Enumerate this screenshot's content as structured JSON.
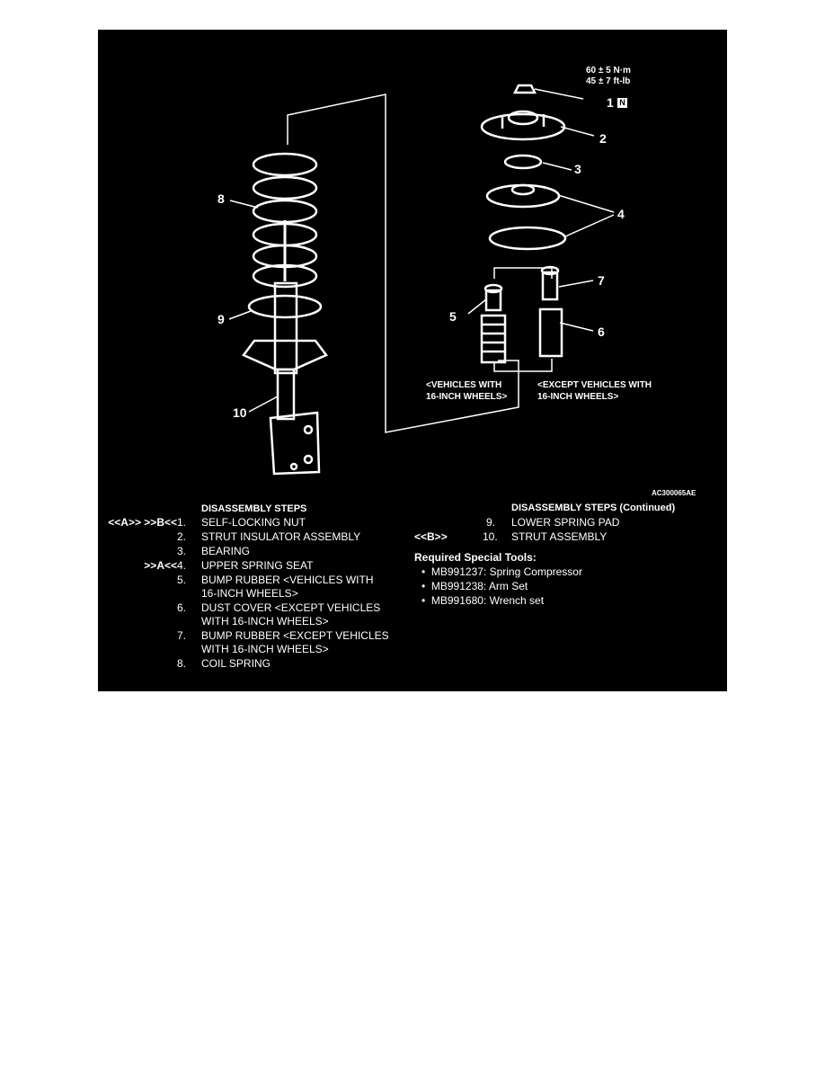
{
  "figure": {
    "callouts": [
      "1",
      "2",
      "3",
      "4",
      "5",
      "6",
      "7",
      "8",
      "9",
      "10"
    ],
    "torque_nm": "60 ± 5 N·m",
    "torque_ftlb": "45 ± 7 ft-lb",
    "new_part_badge": "N",
    "label_vehicles_16": [
      "<VEHICLES WITH",
      "16-INCH WHEELS>"
    ],
    "label_except_16": [
      "<EXCEPT VEHICLES WITH",
      "16-INCH WHEELS>"
    ],
    "figure_code": "AC300065AE"
  },
  "disassembly": {
    "title": "DISASSEMBLY STEPS",
    "title_continued": "DISASSEMBLY STEPS (Continued)",
    "steps": [
      {
        "code": "<<A>> >>B<<",
        "num": "1.",
        "text": "SELF-LOCKING NUT"
      },
      {
        "code": "",
        "num": "2.",
        "text": "STRUT INSULATOR ASSEMBLY"
      },
      {
        "code": "",
        "num": "3.",
        "text": "BEARING"
      },
      {
        "code": ">>A<<",
        "num": "4.",
        "text": "UPPER SPRING SEAT"
      },
      {
        "code": "",
        "num": "5.",
        "text": "BUMP RUBBER <VEHICLES WITH",
        "text2": "16-INCH WHEELS>"
      },
      {
        "code": "",
        "num": "6.",
        "text": "DUST COVER <EXCEPT VEHICLES",
        "text2": "WITH 16-INCH WHEELS>"
      },
      {
        "code": "",
        "num": "7.",
        "text": "BUMP RUBBER <EXCEPT VEHICLES",
        "text2": "WITH 16-INCH WHEELS>"
      },
      {
        "code": "",
        "num": "8.",
        "text": "COIL SPRING"
      }
    ],
    "steps_continued": [
      {
        "code": "",
        "num": "9.",
        "text": "LOWER SPRING PAD"
      },
      {
        "code": "<<B>>",
        "num": "10.",
        "text": "STRUT ASSEMBLY"
      }
    ]
  },
  "tools": {
    "title": "Required Special Tools:",
    "items": [
      "MB991237: Spring Compressor",
      "MB991238: Arm Set",
      "MB991680: Wrench set"
    ]
  },
  "colors": {
    "background": "#000000",
    "ink": "#ffffff"
  }
}
